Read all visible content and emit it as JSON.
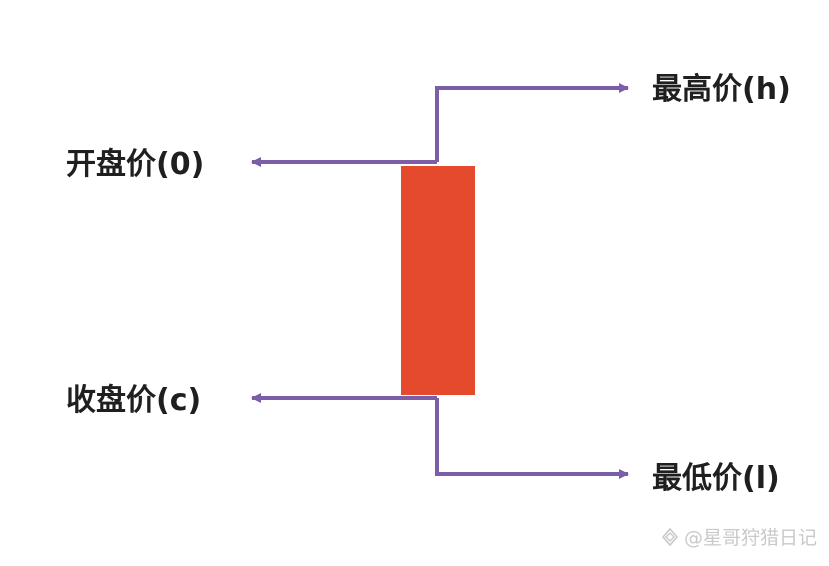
{
  "labels": {
    "high": "最高价(h)",
    "open": "开盘价(0)",
    "close": "收盘价(c)",
    "low": "最低价(l)"
  },
  "watermark": {
    "text": "@星哥狩猎日记",
    "icon": "logo-icon"
  },
  "colors": {
    "candle_body": "#e64a2c",
    "arrow_line": "#7b5ea7",
    "text": "#1f1f1f",
    "watermark": "#c9c9c9"
  }
}
